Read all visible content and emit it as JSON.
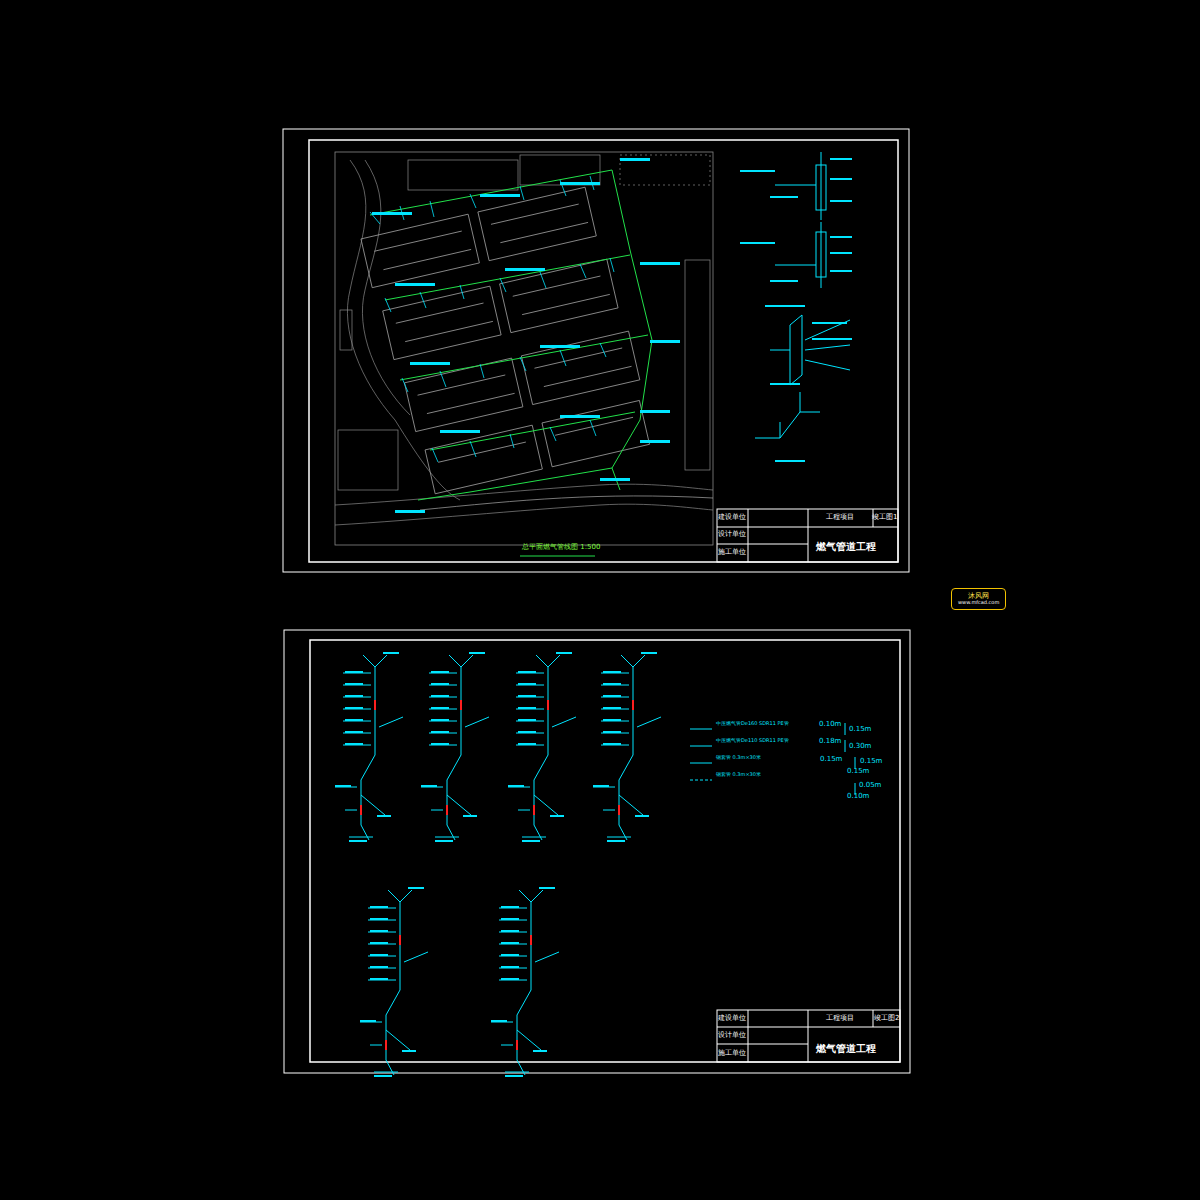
{
  "diagram": {
    "nodes": [
      {
        "text": [
          "沐风网",
          "www.mfcad.com"
        ]
      }
    ],
    "labels": [
      "总平面燃气管线图 1:500",
      "建设单位",
      "设计单位",
      "施工单位",
      "工程项目",
      "竣工图1",
      "燃气管道工程",
      "建设单位",
      "设计单位",
      "施工单位",
      "工程项目",
      "竣工图2",
      "燃气管道工程",
      "中压燃气管De160 SDR11 PE管",
      "中压燃气管De110 SDR11 PE管",
      "钢套管 0.3m×30米",
      "钢套管 0.3m×30米",
      "0.10m",
      "0.15m",
      "0.18m",
      "0.30m",
      "0.15m",
      "0.15m",
      "0.15m",
      "0.05m",
      "0.10m"
    ]
  }
}
